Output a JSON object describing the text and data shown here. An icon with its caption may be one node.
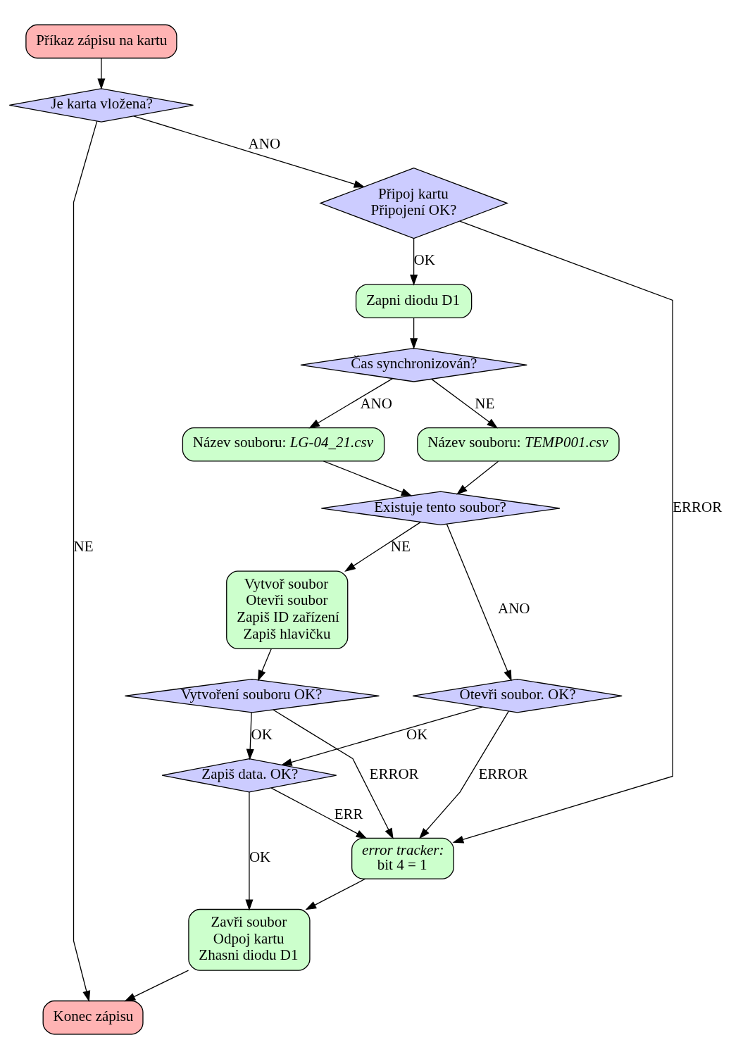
{
  "diagram": {
    "nodes": [
      {
        "text": [
          "Příkaz zápisu na kartu"
        ]
      },
      {
        "text": [
          "Je karta vložena?"
        ]
      },
      {
        "text": [
          "Připoj kartu",
          "Připojení OK?"
        ]
      },
      {
        "text": [
          "Zapni diodu D1"
        ]
      },
      {
        "text": [
          "Čas synchronizován?"
        ]
      },
      {
        "text": [
          "Název souboru: *TEMP001.csv*"
        ]
      },
      {
        "text": [
          "Název souboru: *LG-04_21.csv*"
        ]
      },
      {
        "text": [
          "Existuje tento soubor?"
        ]
      },
      {
        "text": [
          "Vytvoř soubor",
          "Otevři soubor",
          "Zapiš ID zařízení",
          "Zapiš hlavičku"
        ]
      },
      {
        "text": [
          "Otevři soubor. OK?"
        ]
      },
      {
        "text": [
          "Vytvoření souboru OK?"
        ]
      },
      {
        "text": [
          "Zapiš data. OK?"
        ]
      },
      {
        "text": [
          "Zavři soubor",
          "Odpoj kartu",
          "Zhasni diodu D1"
        ]
      },
      {
        "text": [
          "error tracker:",
          "bit 4 = 1"
        ]
      },
      {
        "text": [
          "Konec zápisu"
        ]
      }
    ],
    "edges": [
      {
        "from": 0,
        "to": 1,
        "arrow": "to"
      },
      {
        "from": 1,
        "to": 2,
        "arrow": "to",
        "label": "ANO"
      },
      {
        "from": 1,
        "to": 14,
        "arrow": "to",
        "label": "NE"
      },
      {
        "from": 2,
        "to": 3,
        "arrow": "to",
        "label": "OK"
      },
      {
        "from": 2,
        "to": 13,
        "arrow": "to",
        "label": "ERROR"
      },
      {
        "from": 3,
        "to": 4,
        "arrow": "to"
      },
      {
        "from": 4,
        "to": 5,
        "arrow": "to",
        "label": "NE"
      },
      {
        "from": 4,
        "to": 6,
        "arrow": "to",
        "label": "ANO"
      },
      {
        "from": 5,
        "to": 7,
        "arrow": "to"
      },
      {
        "from": 6,
        "to": 7,
        "arrow": "to"
      },
      {
        "from": 7,
        "to": 9,
        "arrow": "to",
        "label": "ANO"
      },
      {
        "from": 7,
        "to": 8,
        "arrow": "to",
        "label": "NE"
      },
      {
        "from": 8,
        "to": 10,
        "arrow": "to"
      },
      {
        "from": 9,
        "to": 11,
        "arrow": "to",
        "label": "OK"
      },
      {
        "from": 9,
        "to": 13,
        "arrow": "to",
        "label": "ERROR"
      },
      {
        "from": 10,
        "to": 11,
        "arrow": "to",
        "label": "OK"
      },
      {
        "from": 10,
        "to": 13,
        "arrow": "to",
        "label": "ERROR"
      },
      {
        "from": 11,
        "to": 12,
        "arrow": "to",
        "label": "OK"
      },
      {
        "from": 11,
        "to": 13,
        "arrow": "to",
        "label": "ERR"
      },
      {
        "from": 13,
        "to": 12,
        "arrow": "to"
      },
      {
        "from": 12,
        "to": 14,
        "arrow": "to"
      }
    ]
  }
}
